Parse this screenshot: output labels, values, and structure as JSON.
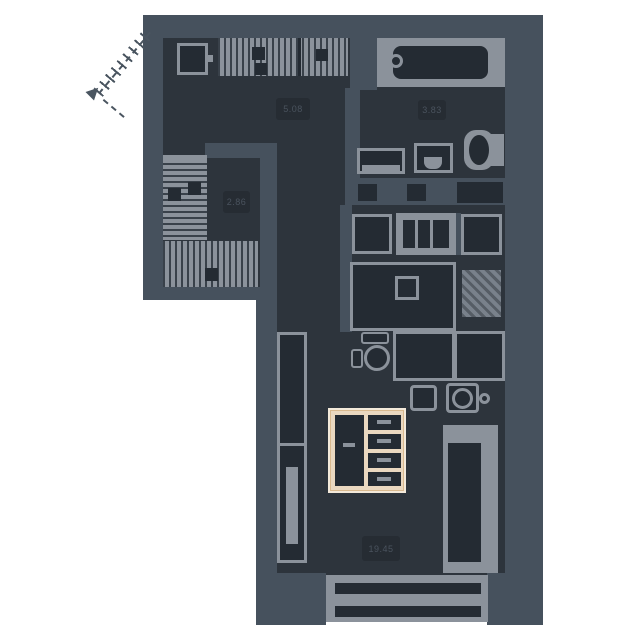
{
  "plan": {
    "name": "studio-apartment-floor-plan",
    "colors": {
      "wall": "#46515d",
      "room_fill": "#2d343c",
      "fixture": "#8b929b",
      "highlight_tan": "#ead8c0",
      "badge_bg": "#262c33",
      "badge_text": "#4a535e",
      "background": "#ffffff"
    },
    "rooms": {
      "hall_badge": "5.08",
      "bathroom_badge": "3.83",
      "wardrobe_badge": "2.86",
      "living_badge": "19.45"
    },
    "fixtures": [
      "entrance-arrow-icon",
      "hall-cabinet-icon",
      "hall-wardrobe-icon",
      "wardrobe-side-icon",
      "wardrobe-bottom-icon",
      "bathtub-icon",
      "washing-machine-icon",
      "sink-icon",
      "toilet-icon",
      "stove-icon",
      "kitchen-counter-icon",
      "kitchen-island-icon",
      "vent-shaft-icon",
      "dining-table-icon",
      "chair-icon",
      "stool-icon",
      "shelving-unit-icon",
      "bed-icon",
      "tall-cabinet-icon",
      "balcony-icon"
    ]
  }
}
